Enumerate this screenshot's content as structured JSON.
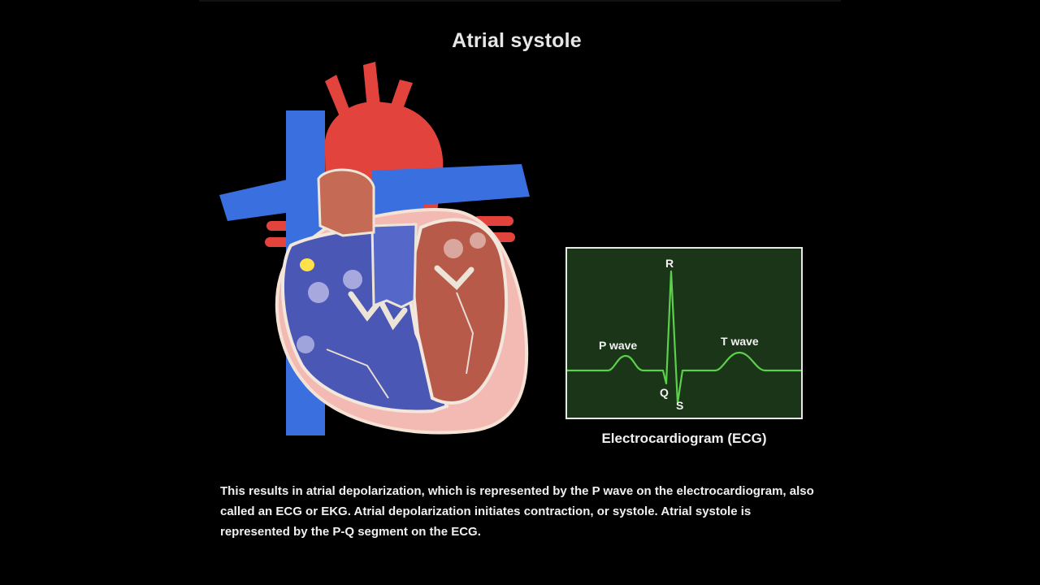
{
  "title": "Atrial systole",
  "ecg": {
    "caption": "Electrocardiogram (ECG)",
    "labels": {
      "p_wave": "P wave",
      "t_wave": "T wave",
      "r": "R",
      "q": "Q",
      "s": "S"
    }
  },
  "description": "This results in atrial depolarization, which is represented by the P wave on the electrocardiogram, also called an ECG or EKG. Atrial depolarization initiates contraction, or systole. Atrial systole is represented by the P-Q segment on the ECG.",
  "colors": {
    "oxygenated": "#e2433d",
    "deoxygenated": "#3a6fe0",
    "ventricle_wall": "#f3b9b3",
    "ecg_background": "#1b3519",
    "ecg_trace": "#5bd04a",
    "sa_node": "#ffe24a"
  }
}
